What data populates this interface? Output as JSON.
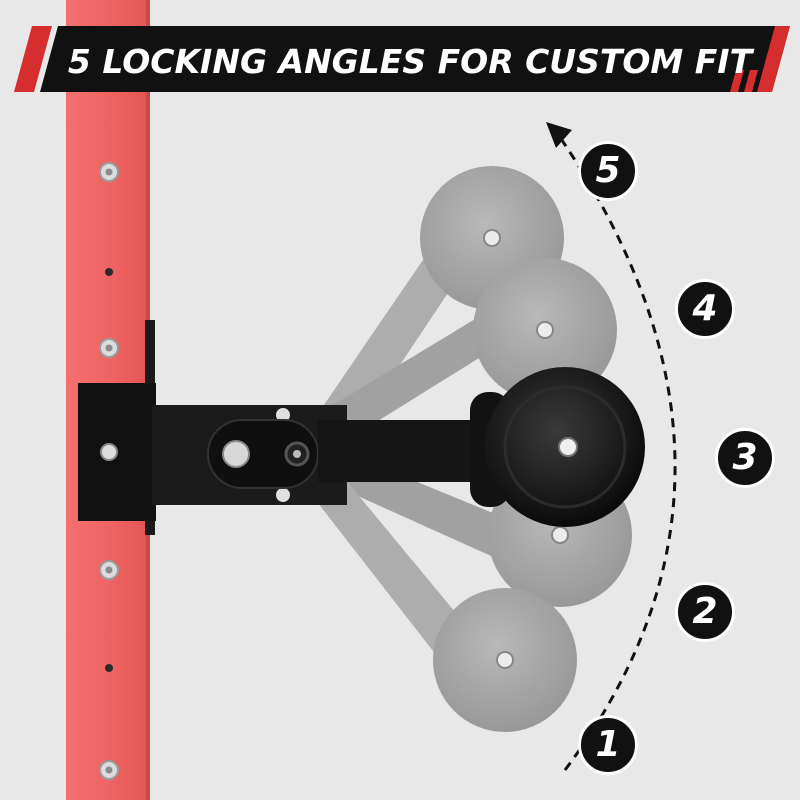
{
  "banner": {
    "title": "5 LOCKING ANGLES FOR CUSTOM FIT"
  },
  "angles": [
    {
      "label": "1"
    },
    {
      "label": "2"
    },
    {
      "label": "3"
    },
    {
      "label": "4"
    },
    {
      "label": "5"
    }
  ],
  "colors": {
    "rack": "#ef5f5f",
    "banner_bg": "#111111",
    "banner_accent": "#d62e2e",
    "background": "#e9e9e9",
    "pad": "#141414",
    "ghost_pad": "#8f8f8f"
  },
  "icons": {
    "direction": "dashed-arrow-icon"
  }
}
